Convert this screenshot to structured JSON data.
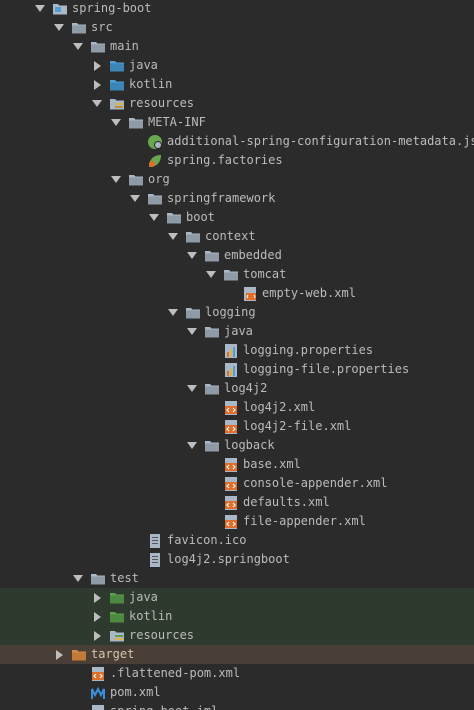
{
  "tree": [
    {
      "label": "spring-boot",
      "depth": 0,
      "expand": "down",
      "icon": "module-folder-icon"
    },
    {
      "label": "src",
      "depth": 1,
      "expand": "down",
      "icon": "folder-icon"
    },
    {
      "label": "main",
      "depth": 2,
      "expand": "down",
      "icon": "folder-icon"
    },
    {
      "label": "java",
      "depth": 3,
      "expand": "right",
      "icon": "source-folder-icon"
    },
    {
      "label": "kotlin",
      "depth": 3,
      "expand": "right",
      "icon": "source-folder-icon"
    },
    {
      "label": "resources",
      "depth": 3,
      "expand": "down",
      "icon": "resources-folder-icon"
    },
    {
      "label": "META-INF",
      "depth": 4,
      "expand": "down",
      "icon": "folder-icon"
    },
    {
      "label": "additional-spring-configuration-metadata.json",
      "depth": 5,
      "expand": "none",
      "icon": "spring-json-icon"
    },
    {
      "label": "spring.factories",
      "depth": 5,
      "expand": "none",
      "icon": "spring-leaf-icon"
    },
    {
      "label": "org",
      "depth": 4,
      "expand": "down",
      "icon": "folder-icon"
    },
    {
      "label": "springframework",
      "depth": 5,
      "expand": "down",
      "icon": "folder-icon"
    },
    {
      "label": "boot",
      "depth": 6,
      "expand": "down",
      "icon": "folder-icon"
    },
    {
      "label": "context",
      "depth": 7,
      "expand": "down",
      "icon": "folder-icon"
    },
    {
      "label": "embedded",
      "depth": 8,
      "expand": "down",
      "icon": "folder-icon"
    },
    {
      "label": "tomcat",
      "depth": 9,
      "expand": "down",
      "icon": "folder-icon"
    },
    {
      "label": "empty-web.xml",
      "depth": 10,
      "expand": "none",
      "icon": "xml-web-icon"
    },
    {
      "label": "logging",
      "depth": 7,
      "expand": "down",
      "icon": "folder-icon"
    },
    {
      "label": "java",
      "depth": 8,
      "expand": "down",
      "icon": "folder-icon"
    },
    {
      "label": "logging.properties",
      "depth": 9,
      "expand": "none",
      "icon": "properties-file-icon"
    },
    {
      "label": "logging-file.properties",
      "depth": 9,
      "expand": "none",
      "icon": "properties-file-icon"
    },
    {
      "label": "log4j2",
      "depth": 8,
      "expand": "down",
      "icon": "folder-icon"
    },
    {
      "label": "log4j2.xml",
      "depth": 9,
      "expand": "none",
      "icon": "xml-file-icon"
    },
    {
      "label": "log4j2-file.xml",
      "depth": 9,
      "expand": "none",
      "icon": "xml-file-icon"
    },
    {
      "label": "logback",
      "depth": 8,
      "expand": "down",
      "icon": "folder-icon"
    },
    {
      "label": "base.xml",
      "depth": 9,
      "expand": "none",
      "icon": "xml-file-icon"
    },
    {
      "label": "console-appender.xml",
      "depth": 9,
      "expand": "none",
      "icon": "xml-file-icon"
    },
    {
      "label": "defaults.xml",
      "depth": 9,
      "expand": "none",
      "icon": "xml-file-icon"
    },
    {
      "label": "file-appender.xml",
      "depth": 9,
      "expand": "none",
      "icon": "xml-file-icon"
    },
    {
      "label": "favicon.ico",
      "depth": 5,
      "expand": "none",
      "icon": "text-file-icon"
    },
    {
      "label": "log4j2.springboot",
      "depth": 5,
      "expand": "none",
      "icon": "text-file-icon"
    },
    {
      "label": "test",
      "depth": 2,
      "expand": "down",
      "icon": "folder-icon"
    },
    {
      "label": "java",
      "depth": 3,
      "expand": "right",
      "icon": "test-source-folder-icon",
      "scope": "test"
    },
    {
      "label": "kotlin",
      "depth": 3,
      "expand": "right",
      "icon": "test-source-folder-icon",
      "scope": "test"
    },
    {
      "label": "resources",
      "depth": 3,
      "expand": "right",
      "icon": "test-resources-folder-icon",
      "scope": "test"
    },
    {
      "label": "target",
      "depth": 1,
      "expand": "right",
      "icon": "excluded-folder-icon",
      "scope": "excluded"
    },
    {
      "label": ".flattened-pom.xml",
      "depth": 2,
      "expand": "none",
      "icon": "xml-file-icon"
    },
    {
      "label": "pom.xml",
      "depth": 2,
      "expand": "none",
      "icon": "maven-icon"
    },
    {
      "label": "spring-boot.iml",
      "depth": 2,
      "expand": "none",
      "icon": "iml-file-icon"
    }
  ],
  "colors": {
    "background": "#2b2b2b",
    "text": "#bbbbbb",
    "folder": "#a9b7c6",
    "source_folder": "#4f9fcf",
    "test_folder": "#5f9f4f",
    "excluded_folder": "#d58b47",
    "xml_orange": "#e16d2a",
    "spring_green": "#6aa84f",
    "maven_blue": "#3b8fd6"
  }
}
